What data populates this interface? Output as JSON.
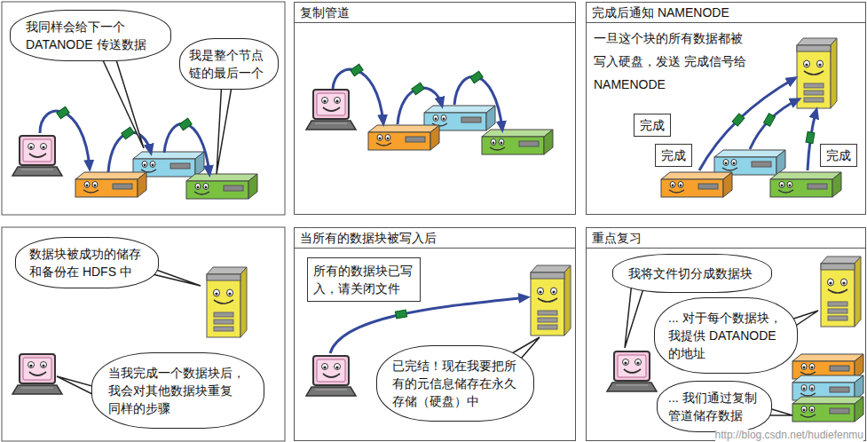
{
  "diagram": {
    "nodes": [
      {
        "text": [
          "我同样会给下一个 DATANODE 传送数据"
        ]
      },
      {
        "text": [
          "我是整个节点 链的最后一个"
        ]
      },
      {
        "text": [
          "复制管道"
        ]
      },
      {
        "text": [
          "完成后通知 NAMENODE",
          "一旦这个块的所有数据都被 写入硬盘，发送 完成信号给 NAMENODE"
        ]
      },
      {
        "text": [
          "完成"
        ],
        "in": 3
      },
      {
        "text": [
          "完成"
        ],
        "in": 3
      },
      {
        "text": [
          "完成"
        ],
        "in": 3
      },
      {
        "text": [
          "数据块被成功的储存 和备份在 HDFS 中"
        ]
      },
      {
        "text": [
          "当我完成一个数据块后， 我会对其他数据块重复 同样的步骤"
        ]
      },
      {
        "text": [
          "当所有的数据块被写入后"
        ]
      },
      {
        "text": [
          "所有的数据块已写 入，请关闭文件"
        ],
        "in": 9
      },
      {
        "text": [
          "已完结！现在我要把所 有的元信息储存在永久 存储（硬盘）中"
        ],
        "in": 9
      },
      {
        "text": [
          "重点复习"
        ]
      },
      {
        "text": [
          "我将文件切分成数据块"
        ],
        "in": 12
      },
      {
        "text": [
          "... 对于每个数据块， 我提供 DATANODE 的地址"
        ],
        "in": 12
      },
      {
        "text": [
          "... 我们通过复制 管道储存数据"
        ],
        "in": 12
      }
    ],
    "labels": [
      "http://blog.csdn.net/hudiefenmu"
    ]
  }
}
